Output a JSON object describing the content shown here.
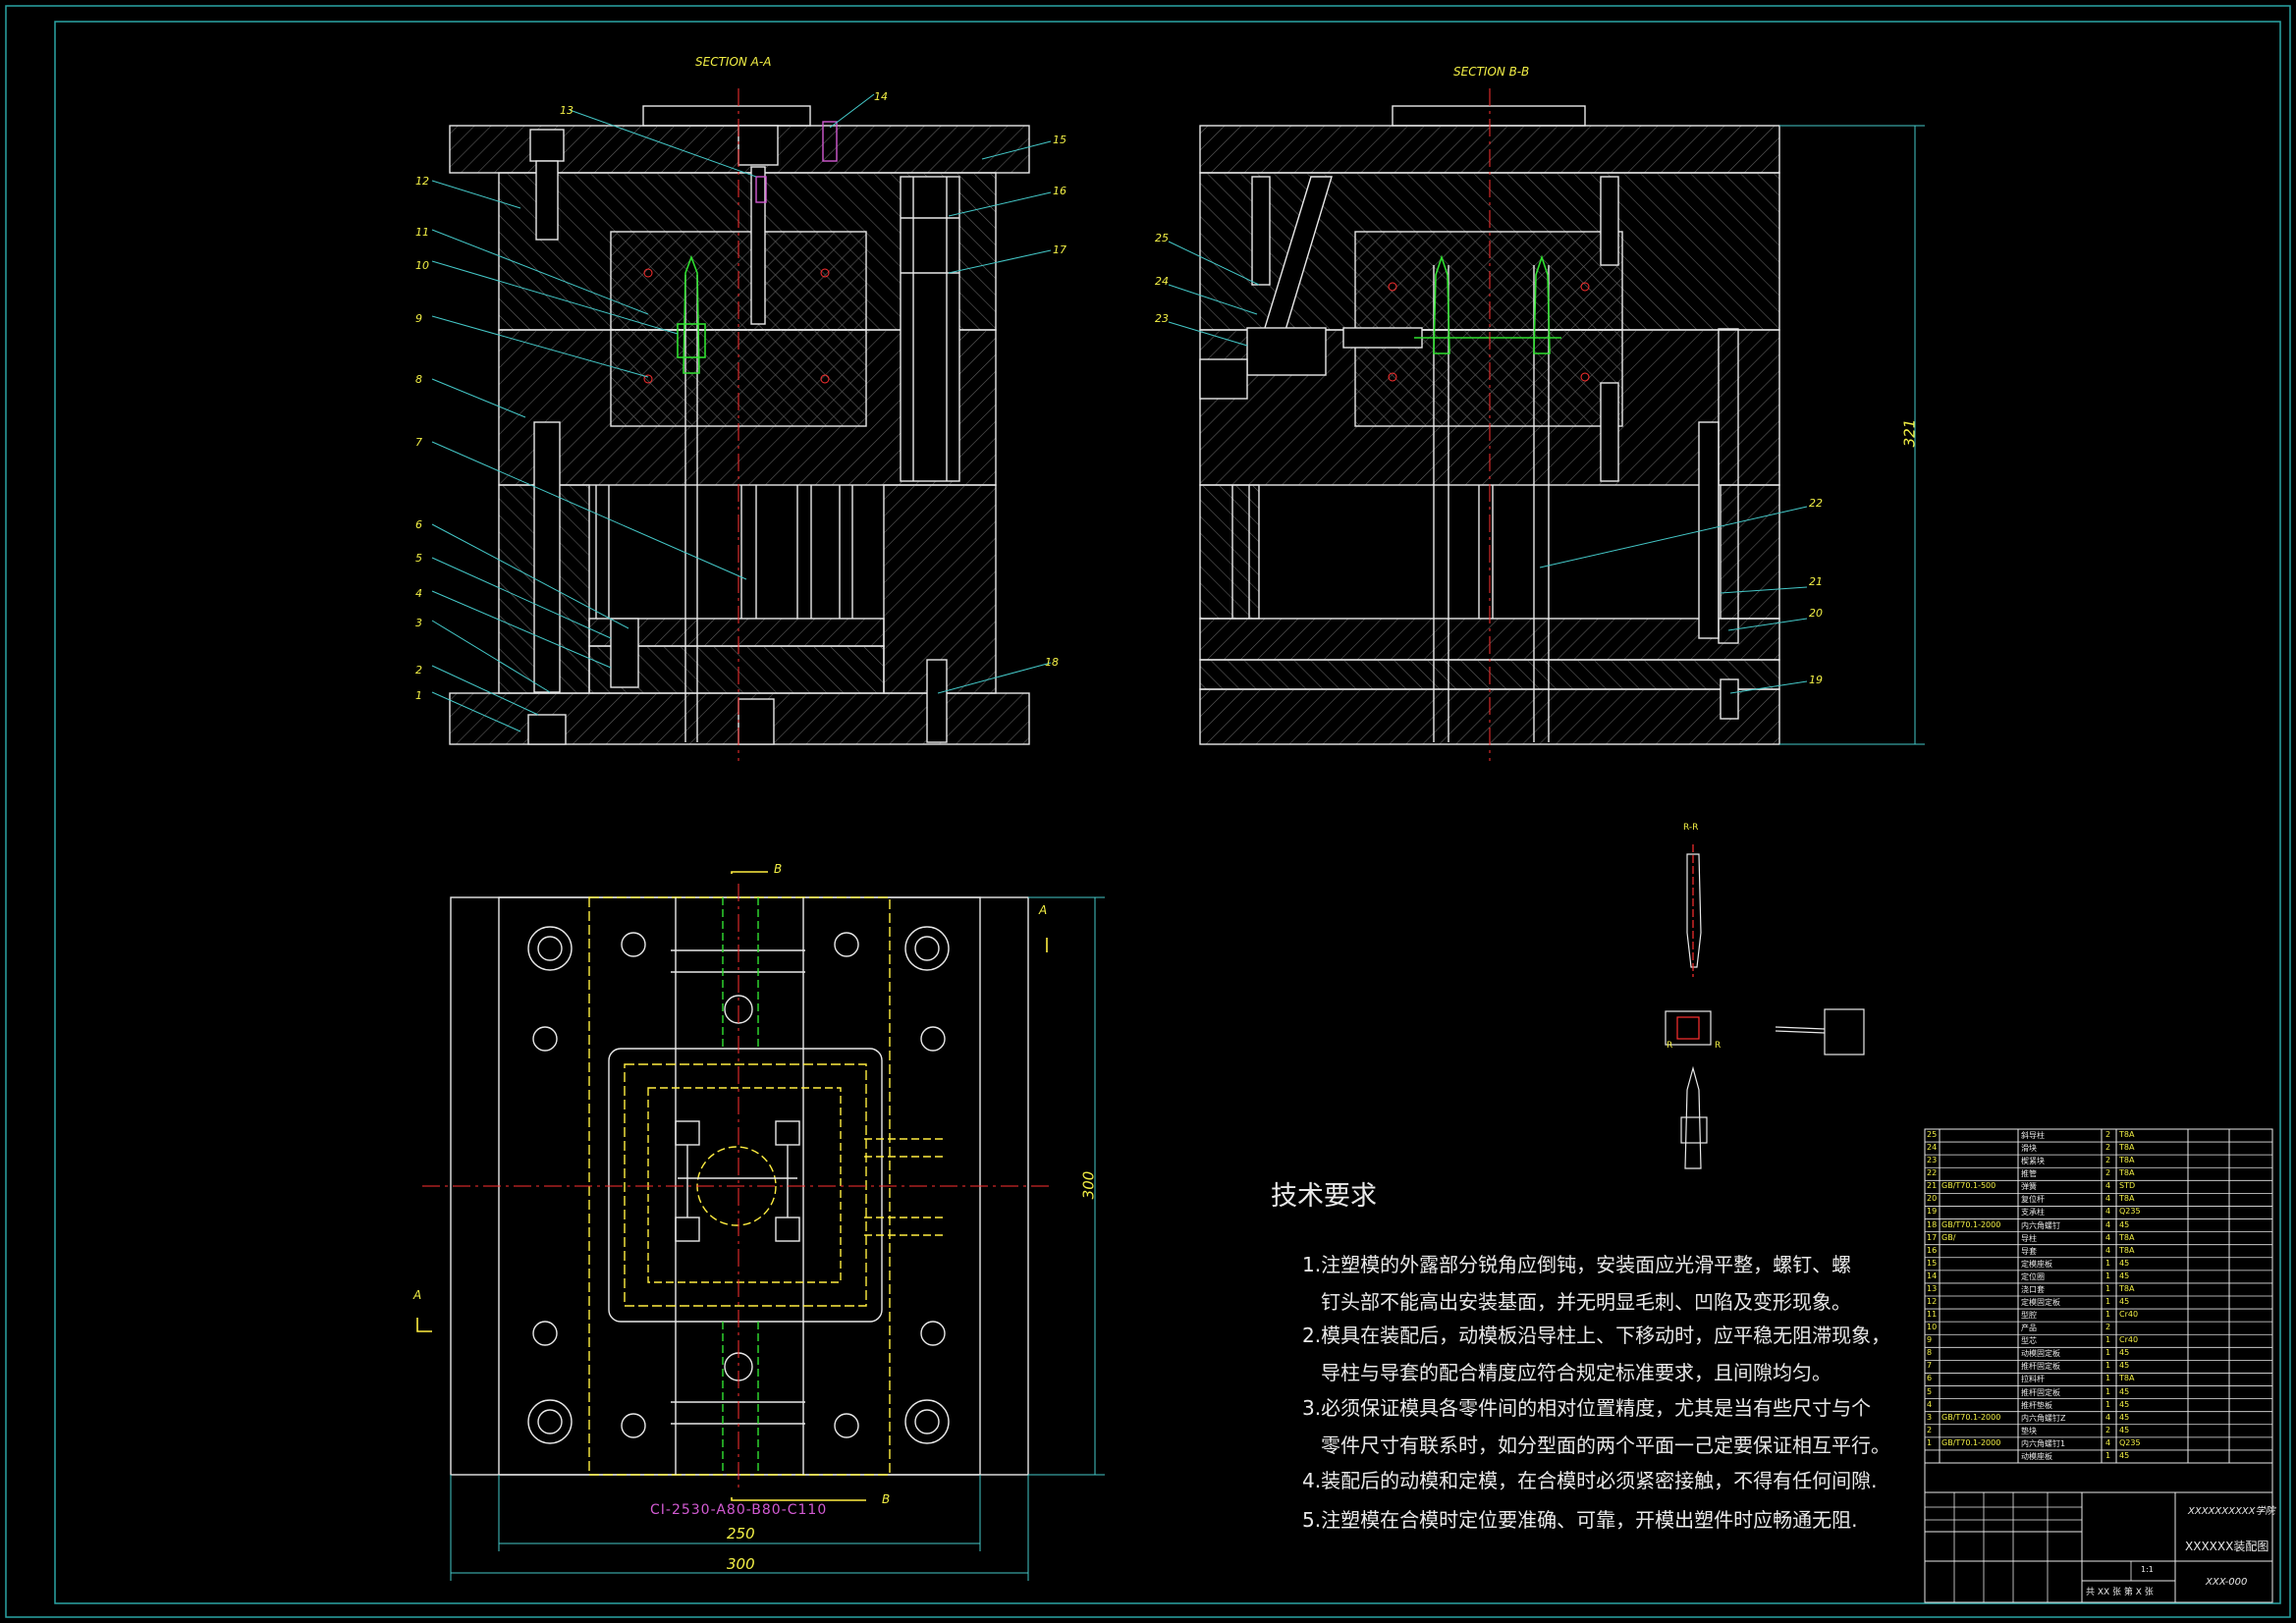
{
  "sections": {
    "a_title": "SECTION A-A",
    "b_title": "SECTION B-B"
  },
  "balloons_a": [
    "1",
    "2",
    "3",
    "4",
    "5",
    "6",
    "7",
    "8",
    "9",
    "10",
    "11",
    "12",
    "13",
    "14",
    "15",
    "16",
    "17",
    "18"
  ],
  "balloons_b": [
    "19",
    "20",
    "21",
    "22",
    "23",
    "24",
    "25"
  ],
  "dimensions": {
    "height_b": "321",
    "plan_height": "300",
    "plan_inner_width": "250",
    "plan_outer_width": "300"
  },
  "plan": {
    "mold_base_code": "CI-2530-A80-B80-C110",
    "cut_a": "A",
    "cut_b": "B"
  },
  "detail": {
    "view_label": "R-R",
    "cut_r": "R"
  },
  "tech": {
    "title": "技术要求",
    "lines": [
      "1.注塑模的外露部分锐角应倒钝，安装面应光滑平整，螺钉、螺",
      "钉头部不能高出安装基面，并无明显毛刺、凹陷及变形现象。",
      "2.模具在装配后，动模板沿导柱上、下移动时，应平稳无阻滞现象，",
      "导柱与导套的配合精度应符合规定标准要求，且间隙均匀。",
      "3.必须保证模具各零件间的相对位置精度，尤其是当有些尺寸与个",
      "零件尺寸有联系时，如分型面的两个平面一己定要保证相互平行。",
      "4.装配后的动模和定模，在合模时必须紧密接触，不得有任何间隙.",
      "5.注塑模在合模时定位要准确、可靠，开模出塑件时应畅通无阻."
    ]
  },
  "bom": [
    {
      "no": "25",
      "std": "",
      "name": "斜导柱",
      "qty": "2",
      "mat": "T8A"
    },
    {
      "no": "24",
      "std": "",
      "name": "滑块",
      "qty": "2",
      "mat": "T8A"
    },
    {
      "no": "23",
      "std": "",
      "name": "楔紧块",
      "qty": "2",
      "mat": "T8A"
    },
    {
      "no": "22",
      "std": "",
      "name": "推管",
      "qty": "2",
      "mat": "T8A"
    },
    {
      "no": "21",
      "std": "GB/T70.1-500",
      "name": "弹簧",
      "qty": "4",
      "mat": "STD"
    },
    {
      "no": "20",
      "std": "",
      "name": "复位杆",
      "qty": "4",
      "mat": "T8A"
    },
    {
      "no": "19",
      "std": "",
      "name": "支承柱",
      "qty": "4",
      "mat": "Q235"
    },
    {
      "no": "18",
      "std": "GB/T70.1-2000",
      "name": "内六角螺钉",
      "qty": "4",
      "mat": "45"
    },
    {
      "no": "17",
      "std": "GB/",
      "name": "导柱",
      "qty": "4",
      "mat": "T8A"
    },
    {
      "no": "16",
      "std": "",
      "name": "导套",
      "qty": "4",
      "mat": "T8A"
    },
    {
      "no": "15",
      "std": "",
      "name": "定模座板",
      "qty": "1",
      "mat": "45"
    },
    {
      "no": "14",
      "std": "",
      "name": "定位圈",
      "qty": "1",
      "mat": "45"
    },
    {
      "no": "13",
      "std": "",
      "name": "浇口套",
      "qty": "1",
      "mat": "T8A"
    },
    {
      "no": "12",
      "std": "",
      "name": "定模固定板",
      "qty": "1",
      "mat": "45"
    },
    {
      "no": "11",
      "std": "",
      "name": "型腔",
      "qty": "1",
      "mat": "Cr40"
    },
    {
      "no": "10",
      "std": "",
      "name": "产品",
      "qty": "2",
      "mat": ""
    },
    {
      "no": "9",
      "std": "",
      "name": "型芯",
      "qty": "1",
      "mat": "Cr40"
    },
    {
      "no": "8",
      "std": "",
      "name": "动模固定板",
      "qty": "1",
      "mat": "45"
    },
    {
      "no": "7",
      "std": "",
      "name": "推杆固定板",
      "qty": "1",
      "mat": "45"
    },
    {
      "no": "6",
      "std": "",
      "name": "拉料杆",
      "qty": "1",
      "mat": "T8A"
    },
    {
      "no": "5",
      "std": "",
      "name": "推杆固定板",
      "qty": "1",
      "mat": "45"
    },
    {
      "no": "4",
      "std": "",
      "name": "推杆垫板",
      "qty": "1",
      "mat": "45"
    },
    {
      "no": "3",
      "std": "GB/T70.1-2000",
      "name": "内六角螺钉Z",
      "qty": "4",
      "mat": "45"
    },
    {
      "no": "2",
      "std": "",
      "name": "垫块",
      "qty": "2",
      "mat": "45"
    },
    {
      "no": "1",
      "std": "GB/T70.1-2000",
      "name": "内六角螺钉1",
      "qty": "4",
      "mat": "Q235"
    },
    {
      "no": "",
      "std": "",
      "name": "动模座板",
      "qty": "1",
      "mat": "45"
    }
  ],
  "title_block": {
    "school": "XXXXXXXXXX学院",
    "drawing_name": "XXXXXX装配图",
    "drawing_no": "XXX-000",
    "sheet": "共 XX 张  第 X 张",
    "scale": "1:1"
  },
  "colors": {
    "line": "#e8e8e8",
    "hatch": "#6a6a6a",
    "dim": "#44c8c8",
    "center": "#ff3030",
    "hidden": "#ffee40",
    "part": "#30e030",
    "text_yellow": "#f2ef45",
    "magenta": "#d25ad2",
    "border": "#2aa6a6"
  }
}
